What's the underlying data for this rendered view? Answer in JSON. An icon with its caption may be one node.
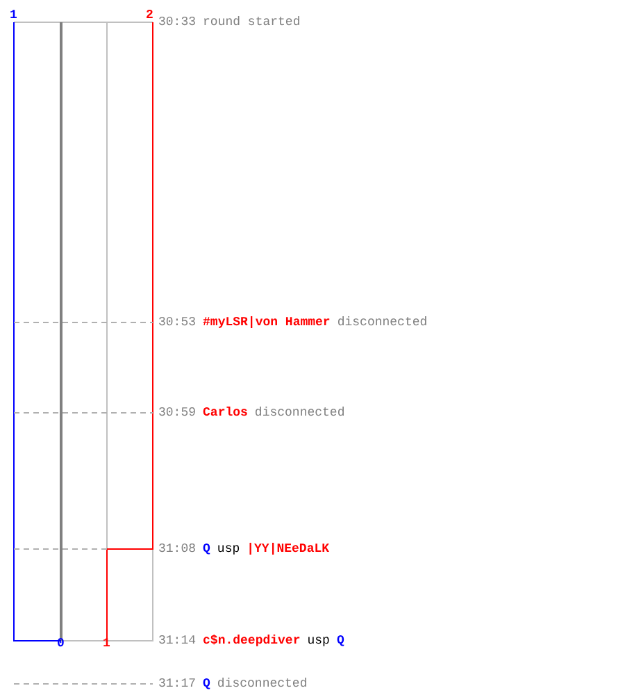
{
  "diagram": {
    "labels": [
      "1",
      "2",
      "30:33",
      "round started",
      "30:53",
      "#myLSR|von Hammer",
      "disconnected",
      "30:59",
      "Carlos",
      "disconnected",
      "31:08",
      "Q",
      "usp",
      "|YY|NEeDaLK",
      "0",
      "1",
      "31:14",
      "c$n.deepdiver",
      "usp",
      "Q",
      "31:17",
      "Q",
      "disconnected"
    ]
  }
}
